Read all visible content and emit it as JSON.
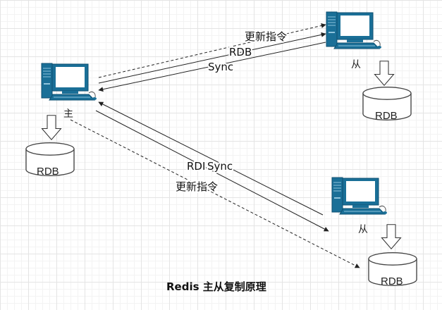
{
  "caption": "Redis 主从复制原理",
  "master": {
    "label": "主",
    "db_label": "RDB"
  },
  "slave1": {
    "label": "从",
    "db_label": "RDB"
  },
  "slave2": {
    "label": "从",
    "db_label": "RDB"
  },
  "edges": {
    "m_s1_update": "更新指令",
    "m_s1_rdb": "RDB",
    "s1_m_sync": "Sync",
    "m_s2_rdb": "RDI",
    "s2_m_sync": "Sync",
    "m_s2_update": "更新指令"
  },
  "colors": {
    "computer": "#1a6f97",
    "line": "#222222"
  },
  "icons": [
    "computer-icon",
    "database-icon",
    "down-arrow-icon"
  ]
}
